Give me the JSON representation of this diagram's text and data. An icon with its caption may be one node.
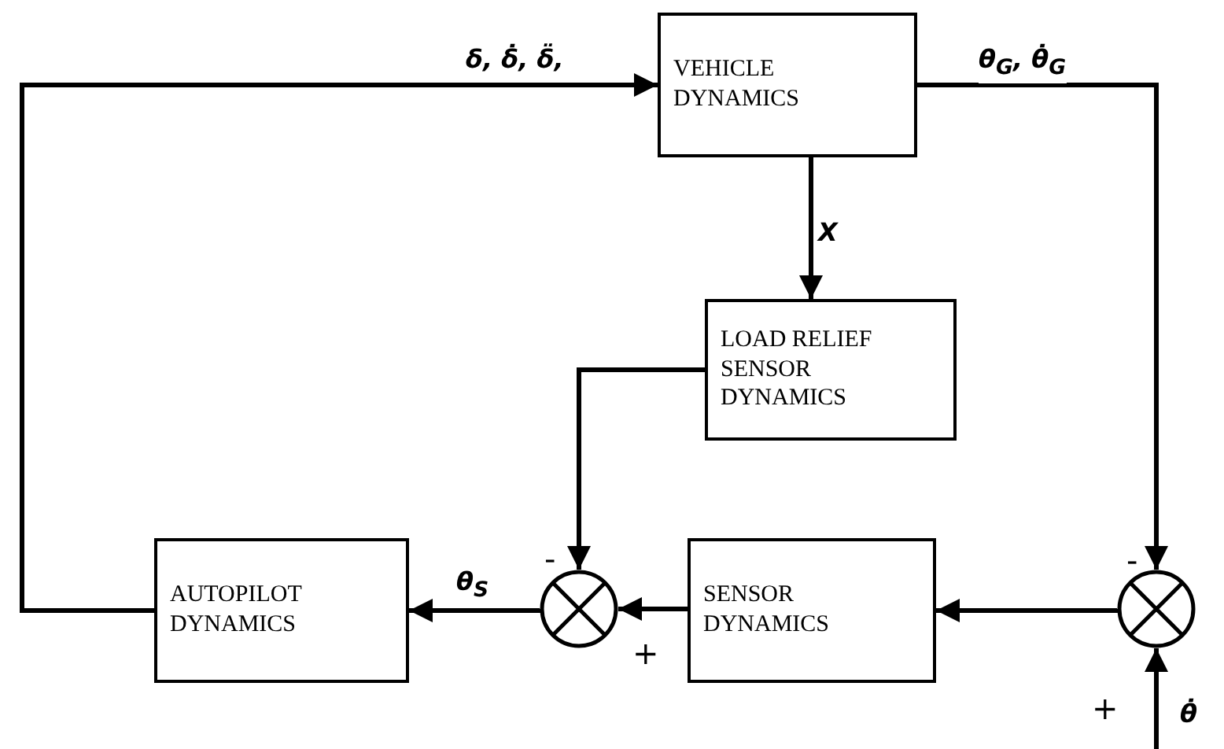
{
  "diagram": {
    "nodes": [
      {
        "text": [
          "VEHICLE DYNAMICS"
        ]
      },
      {
        "text": [
          "LOAD RELIEF SENSOR DYNAMICS"
        ]
      },
      {
        "text": [
          "AUTOPILOT DYNAMICS"
        ]
      },
      {
        "text": [],
        "shape": "circle"
      },
      {
        "text": [
          "SENSOR DYNAMICS"
        ]
      },
      {
        "text": [],
        "shape": "circle"
      }
    ],
    "edges": [
      {
        "from": 2,
        "to": 0,
        "arrow": "to",
        "label": "δ, δ̇, δ̈,"
      },
      {
        "from": 0,
        "to": 5,
        "arrow": "to",
        "label": "θ$_{G}$, θ̇$_{G}$"
      },
      {
        "from": 0,
        "to": 1,
        "arrow": "to",
        "label": "X"
      },
      {
        "from": 1,
        "to": 3,
        "arrow": "to"
      },
      {
        "from": 4,
        "to": 3,
        "arrow": "to"
      },
      {
        "from": 5,
        "to": 4,
        "arrow": "to"
      },
      {
        "from": 3,
        "to": 2,
        "arrow": "to",
        "label": "θ$_{S}$"
      },
      {
        "from": null,
        "to": 5,
        "arrow": "to",
        "label": "θ̇"
      }
    ],
    "labels": [
      "-",
      "-",
      "+",
      "+"
    ]
  }
}
